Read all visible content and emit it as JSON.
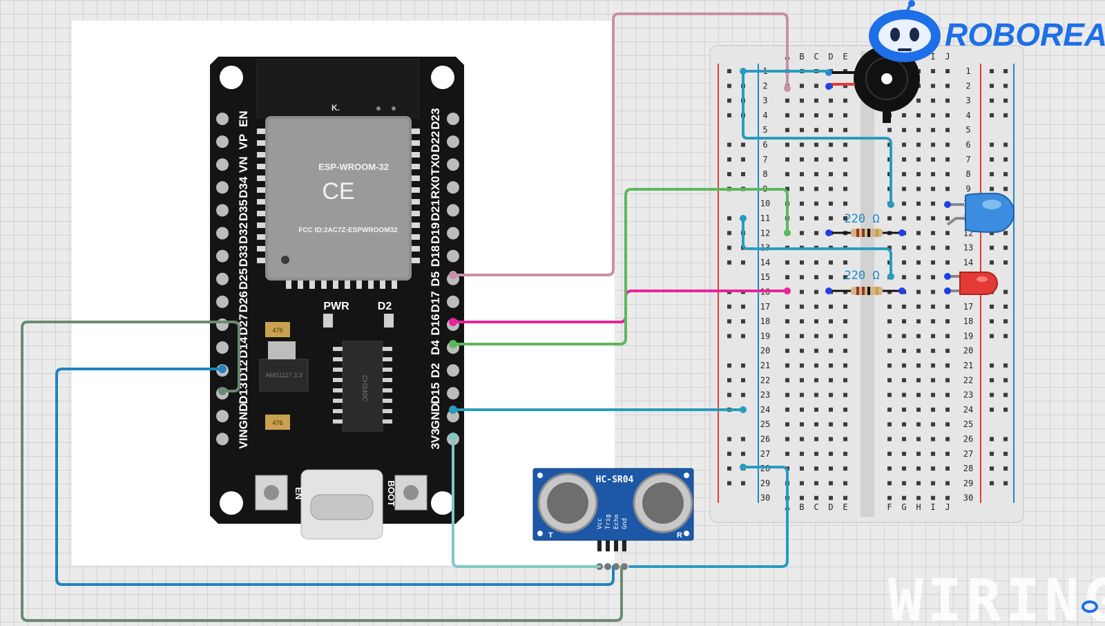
{
  "brand": {
    "name": "ROBOREAR",
    "footer_word": "WIRING",
    "accent": "#1e6fe8"
  },
  "esp32": {
    "module_name": "ESP-WROOM-32",
    "ce_mark": "CE",
    "fcc_id": "FCC ID:2AC7Z-ESPWROOM32",
    "shield_mark": "K.",
    "pwr_label": "PWR",
    "d2_label": "D2",
    "en_button": "EN",
    "boot_button": "BOOT",
    "regulator": "AMS1117 3.3",
    "usb_chip": "CH340C",
    "cap_label": "476",
    "left_pins": [
      "EN",
      "VP",
      "VN",
      "D34",
      "D35",
      "D32",
      "D33",
      "D25",
      "D26",
      "D27",
      "D14",
      "D12",
      "D13",
      "GND",
      "VIN"
    ],
    "right_pins": [
      "D23",
      "D22",
      "TX0",
      "RX0",
      "D21",
      "D19",
      "D18",
      "D5",
      "D17",
      "D16",
      "D4",
      "D2",
      "D15",
      "GND",
      "3V3"
    ]
  },
  "sensor": {
    "name": "HC-SR04",
    "pins": [
      "Vcc",
      "Trig",
      "Echo",
      "Gnd"
    ],
    "t_label": "T",
    "r_label": "R"
  },
  "breadboard": {
    "columns_left": [
      "A",
      "B",
      "C",
      "D",
      "E"
    ],
    "columns_right": [
      "F",
      "G",
      "H",
      "I",
      "J"
    ],
    "row_count": 30
  },
  "resistors": [
    {
      "label": "220 Ω"
    },
    {
      "label": "220 Ω"
    }
  ],
  "leds": [
    {
      "color": "blue"
    },
    {
      "color": "red"
    }
  ],
  "wire_colors": {
    "pink": "#c98fa6",
    "magenta": "#e8239a",
    "green": "#5cb85c",
    "teal": "#2a9bbf",
    "lightteal": "#7fc8c8",
    "blue": "#1f84bf",
    "grey": "#6b8a72"
  }
}
